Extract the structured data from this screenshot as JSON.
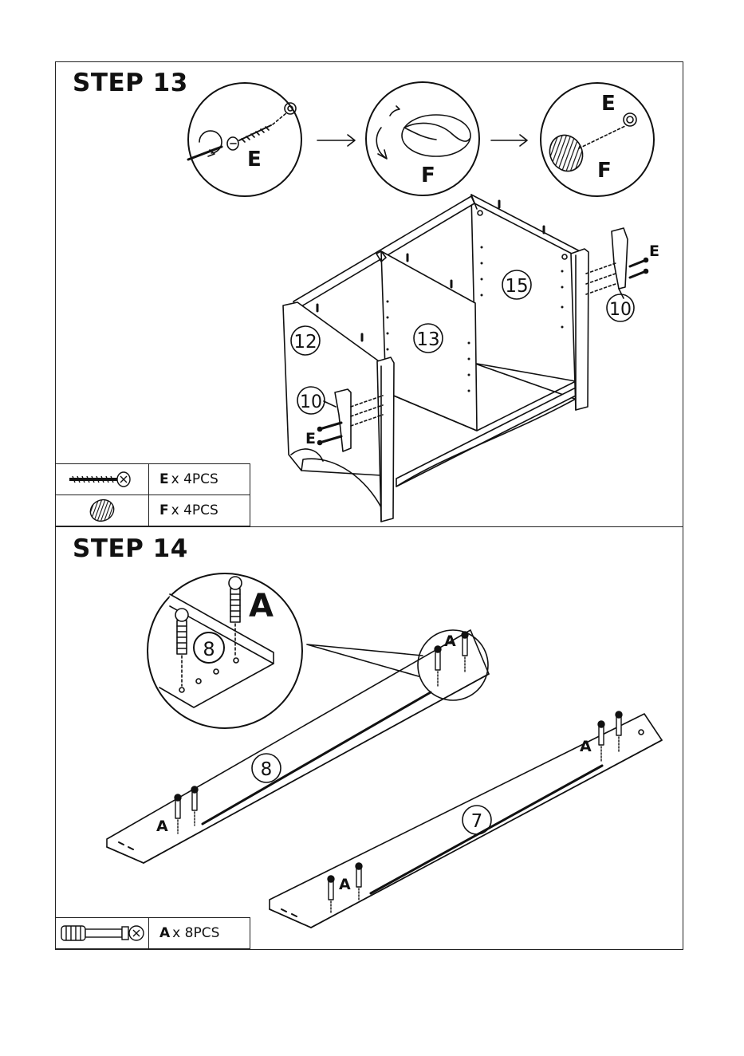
{
  "step13": {
    "title": "STEP 13",
    "callouts": {
      "screw": "E",
      "cap": "F",
      "result_screw": "E",
      "result_cap": "F"
    },
    "part_labels": {
      "side_left": "12",
      "divider": "13",
      "back": "15",
      "bracket_left": "10",
      "bracket_right": "10",
      "screw_left": "E",
      "screw_right": "E"
    },
    "parts": [
      {
        "icon": "screw-icon",
        "letter": "E",
        "quantity": "x 4PCS"
      },
      {
        "icon": "cap-icon",
        "letter": "F",
        "quantity": "x 4PCS"
      }
    ]
  },
  "step14": {
    "title": "STEP 14",
    "callouts": {
      "zoom_part": "8",
      "zoom_bolt": "A",
      "bolt_top8": "A",
      "bolt_bottom8": "A",
      "bolt_top7": "A",
      "bolt_bottom7": "A"
    },
    "part_labels": {
      "rail_upper": "8",
      "rail_lower": "7"
    },
    "parts": [
      {
        "icon": "cam-bolt-icon",
        "letter": "A",
        "quantity": "x 8PCS"
      }
    ]
  }
}
